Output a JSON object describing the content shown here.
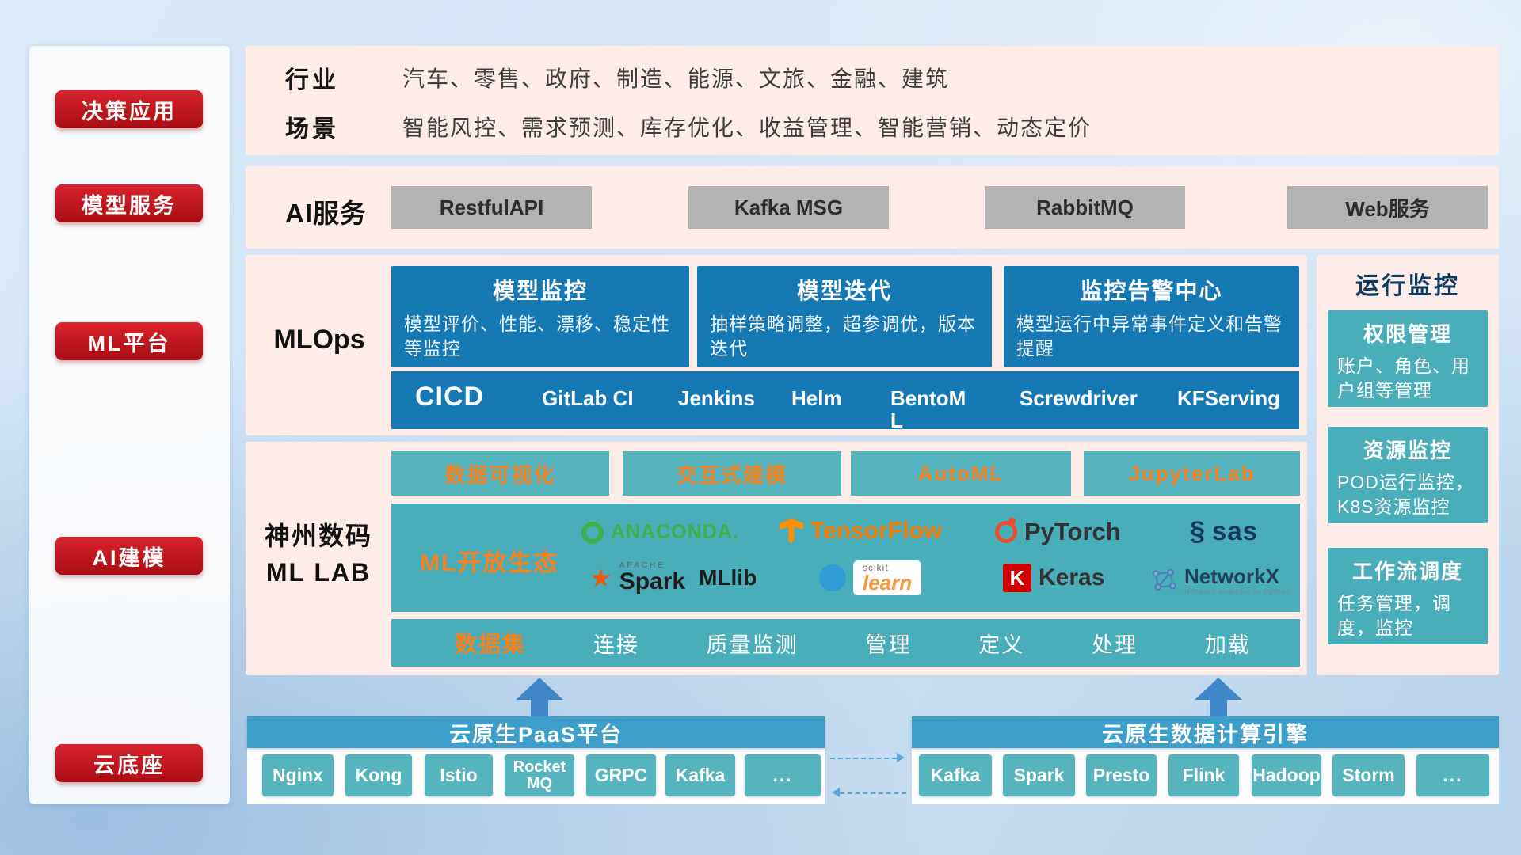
{
  "colors": {
    "accent_red": "#c3161c",
    "panel_pink": "#fdece8",
    "primary_blue": "#1779b4",
    "teal": "#4aadba",
    "bar_blue": "#3d9fca",
    "accent_orange": "#f5821f"
  },
  "sidebar": {
    "items": [
      {
        "label": "决策应用"
      },
      {
        "label": "模型服务"
      },
      {
        "label": "ML平台"
      },
      {
        "label": "AI建模"
      },
      {
        "label": "云底座"
      }
    ]
  },
  "industry": {
    "row1_label": "行业",
    "row1_text": "汽车、零售、政府、制造、能源、文旅、金融、建筑",
    "row2_label": "场景",
    "row2_text": "智能风控、需求预测、库存优化、收益管理、智能营销、动态定价"
  },
  "ai_service": {
    "label": "AI服务",
    "items": [
      "RestfulAPI",
      "Kafka MSG",
      "RabbitMQ",
      "Web服务"
    ]
  },
  "mlops": {
    "label": "MLOps",
    "cards": [
      {
        "title": "模型监控",
        "desc": "模型评价、性能、漂移、稳定性等监控"
      },
      {
        "title": "模型迭代",
        "desc": "抽样策略调整，超参调优，版本迭代"
      },
      {
        "title": "监控告警中心",
        "desc": "模型运行中异常事件定义和告警提醒"
      }
    ],
    "cicd": {
      "label": "CICD",
      "items": [
        "GitLab CI",
        "Jenkins",
        "Helm",
        "BentoML",
        "Screwdriver",
        "KFServing"
      ]
    }
  },
  "mllab": {
    "label_line1": "神州数码",
    "label_line2": "ML LAB",
    "tools": [
      "数据可视化",
      "交互式建模",
      "AutoML",
      "JupyterLab"
    ],
    "ecosystem": {
      "label": "ML开放生态",
      "logos": {
        "anaconda": "ANACONDA.",
        "tensorflow": "TensorFlow",
        "pytorch": "PyTorch",
        "sas": "sas",
        "apache": "APACHE",
        "spark": "Spark",
        "mllib": "MLlib",
        "scikit_top": "scikit",
        "scikit_learn": "learn",
        "keras_k": "K",
        "keras": "Keras",
        "networkx": "NetworkX",
        "networkx_sub": "Network Analysis in Python"
      }
    },
    "dataset": {
      "label": "数据集",
      "items": [
        "连接",
        "质量监测",
        "管理",
        "定义",
        "处理",
        "加载"
      ]
    }
  },
  "monitor": {
    "title": "运行监控",
    "cards": [
      {
        "title": "权限管理",
        "desc": "账户、角色、用户组等管理"
      },
      {
        "title": "资源监控",
        "desc": "POD运行监控，K8S资源监控"
      },
      {
        "title": "工作流调度",
        "desc": "任务管理，调度，监控"
      }
    ]
  },
  "cloud": {
    "paas": {
      "title": "云原生PaaS平台",
      "items": [
        "Nginx",
        "Kong",
        "Istio",
        "RocketMQ",
        "GRPC",
        "Kafka",
        "..."
      ]
    },
    "data_engine": {
      "title": "云原生数据计算引擎",
      "items": [
        "Kafka",
        "Spark",
        "Presto",
        "Flink",
        "Hadoop",
        "Storm",
        "..."
      ]
    }
  }
}
